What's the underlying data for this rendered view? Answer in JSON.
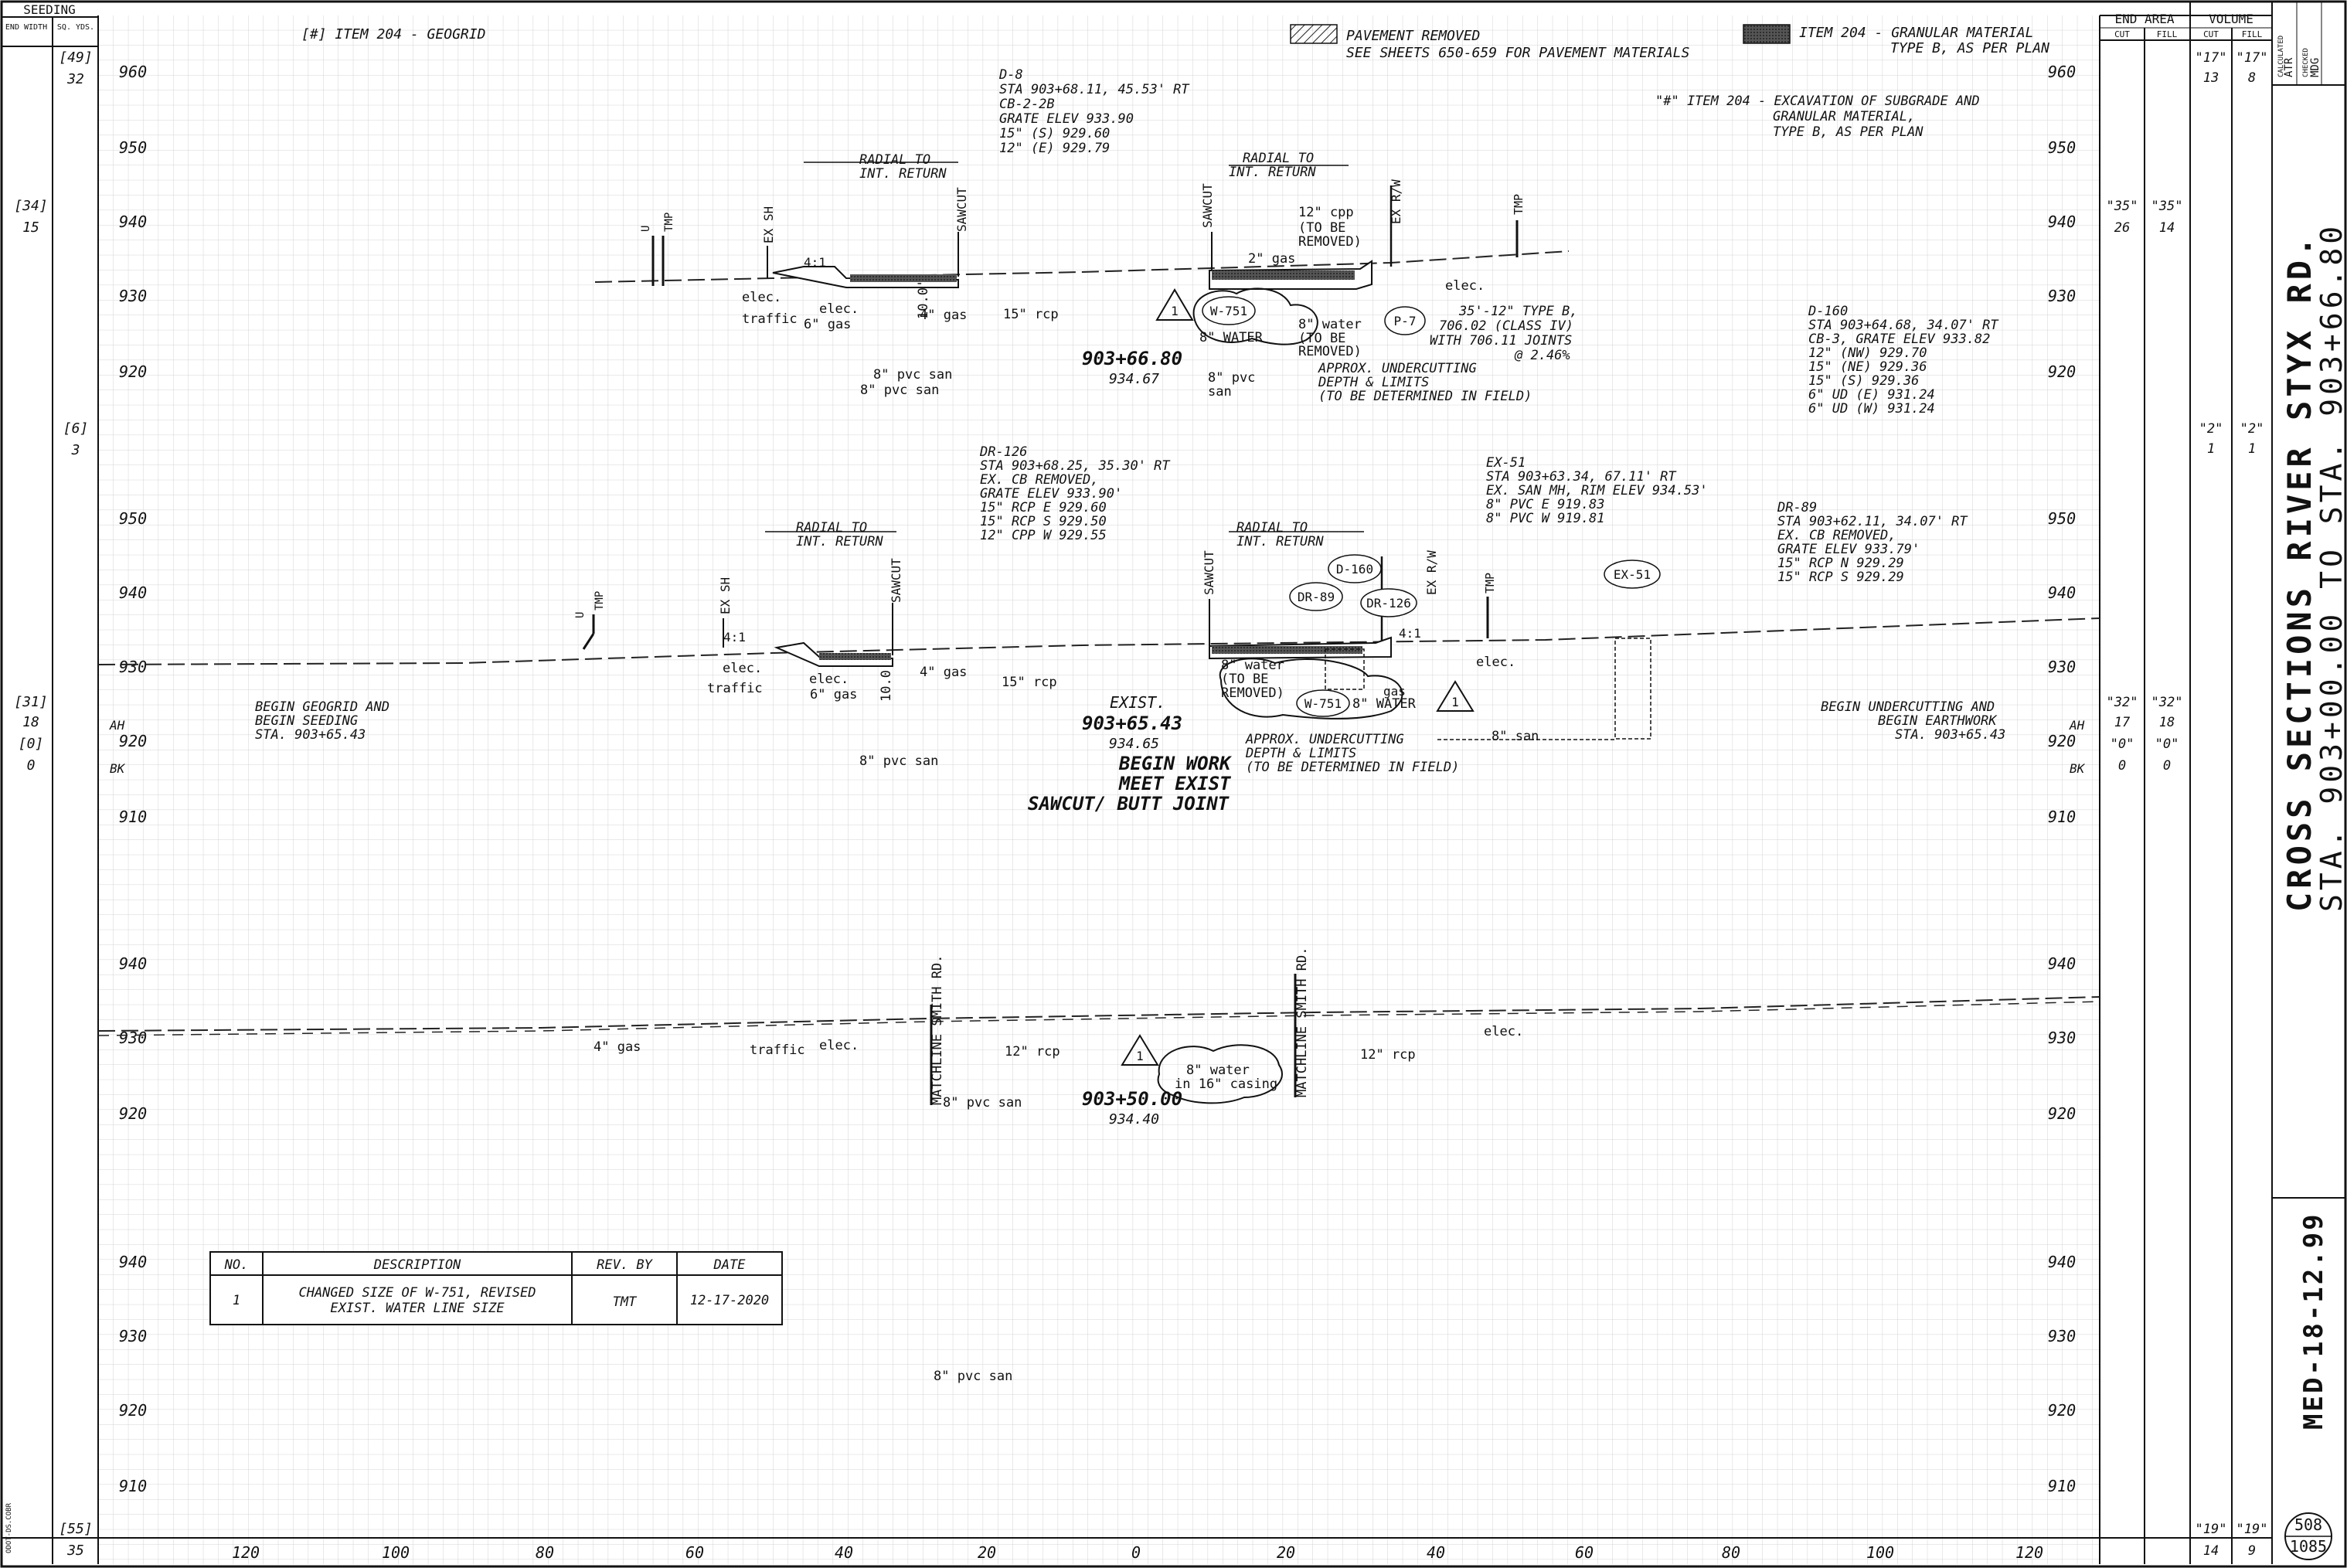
{
  "left_table": {
    "title": "SEEDING",
    "col1": "END WIDTH",
    "col2": "SQ. YDS.",
    "rows": [
      {
        "w": "[34]",
        "v": "15"
      },
      {
        "w": "[6]",
        "v": "3"
      },
      {
        "w": "[31]",
        "v": "18"
      },
      {
        "w": "[0]",
        "v": "0"
      }
    ],
    "top_w": "[49]",
    "top_v": "32",
    "bottom_w": "[55]",
    "bottom_v": "35"
  },
  "right_table": {
    "end_area": "END AREA",
    "volume": "VOLUME",
    "cut": "CUT",
    "fill": "FILL",
    "rows": [
      {
        "ea_cut": "",
        "ea_fill": "",
        "vol_cut": "\"17\"",
        "vol_fill": "\"17\"",
        "vc": "13",
        "vf": "8"
      },
      {
        "ea_cut": "\"35\"",
        "ea_fill": "\"35\"",
        "c": "26",
        "f": "14"
      },
      {
        "vol_cut": "\"2\"",
        "vol_fill": "\"2\"",
        "vc": "1",
        "vf": "1"
      },
      {
        "ea_cut": "\"32\"",
        "ea_fill": "\"32\"",
        "c": "17",
        "f": "18"
      },
      {
        "ea_cut": "\"0\"",
        "ea_fill": "\"0\"",
        "c": "0",
        "f": "0"
      },
      {
        "vol_cut": "\"19\"",
        "vol_fill": "\"19\"",
        "vc": "14",
        "vf": "9"
      }
    ]
  },
  "title_block": {
    "calculated": "CALCULATED",
    "calc_by": "ATR",
    "checked": "CHECKED",
    "check_by": "MDG",
    "title1": "CROSS SECTIONS RIVER STYX RD.",
    "title2": "STA. 903+00.00 TO STA. 903+66.80",
    "project": "MED-18-12.99",
    "sheet_no": "508",
    "sheet_total": "1085"
  },
  "legend": {
    "geogrid": "[#] ITEM 204 - GEOGRID",
    "pavement_removed": "PAVEMENT REMOVED",
    "pavement_note": "SEE SHEETS 650-659 FOR PAVEMENT MATERIALS",
    "granular1": "ITEM 204 - GRANULAR MATERIAL",
    "granular2": "TYPE B, AS PER PLAN",
    "excav1": "\"#\" ITEM 204 - EXCAVATION OF SUBGRADE AND",
    "excav2": "GRANULAR MATERIAL,",
    "excav3": "TYPE B, AS PER PLAN"
  },
  "section1": {
    "station": "903+66.80",
    "elev": "934.67",
    "elev_labels": [
      "960",
      "950",
      "940",
      "930",
      "920"
    ],
    "d8": [
      "D-8",
      "STA 903+68.11, 45.53' RT",
      "CB-2-2B",
      "GRATE ELEV 933.90",
      "15\" (S) 929.60",
      "12\" (E) 929.79"
    ],
    "d160": [
      "D-160",
      "STA 903+64.68, 34.07' RT",
      "CB-3, GRATE ELEV 933.82",
      "12\" (NW) 929.70",
      "15\" (NE) 929.36",
      "15\" (S) 929.36",
      "6\" UD (E) 931.24",
      "6\" UD (W) 931.24"
    ],
    "labels": {
      "radial_l": "RADIAL TO",
      "int_return_l": "INT. RETURN",
      "radial_r": "RADIAL TO",
      "int_return_r": "INT. RETURN",
      "sawcut": "SAWCUT",
      "ex_sh": "EX SH",
      "u": "U",
      "tmp": "TMP",
      "ex_rw": "EX R/W",
      "elec": "elec.",
      "traffic": "traffic",
      "elec2": "elec.",
      "gas6": "6\" gas",
      "gas4": "4\" gas",
      "rcp15": "15\" rcp",
      "pvc1": "8\" pvc san",
      "pvc2": "8\" pvc san",
      "cpp": "12\" cpp",
      "tbr1": "(TO BE",
      "tbr2": "REMOVED)",
      "gas2": "2\" gas",
      "w751": "W-751",
      "water8": "8\" WATER",
      "water8b": "8\" water",
      "tbr3": "(TO BE",
      "tbr4": "REMOVED)",
      "p7": "P-7",
      "pvc_san": "8\" pvc",
      "san": "san",
      "rev": "1",
      "slope": "4:1",
      "depth": "10.0'",
      "typeb1": "35'-12\" TYPE B,",
      "typeb2": "706.02 (CLASS IV)",
      "typeb3": "WITH 706.11 JOINTS",
      "typeb4": "@ 2.46%",
      "under1": "APPROX. UNDERCUTTING",
      "under2": "DEPTH & LIMITS",
      "under3": "(TO BE DETERMINED IN FIELD)"
    }
  },
  "section2": {
    "station": "903+65.43",
    "elev": "934.65",
    "elev_labels": [
      "950",
      "940",
      "930",
      "920",
      "910"
    ],
    "exist": "EXIST.",
    "begin1": "BEGIN WORK",
    "begin2": "MEET EXIST",
    "begin3": "SAWCUT/ BUTT JOINT",
    "geogrid1": "BEGIN GEOGRID AND",
    "geogrid2": "BEGIN SEEDING",
    "geogrid3": "STA. 903+65.43",
    "under_r1": "BEGIN UNDERCUTTING AND",
    "under_r2": "BEGIN EARTHWORK",
    "under_r3": "STA. 903+65.43",
    "ah": "AH",
    "bk": "BK",
    "dr126": [
      "DR-126",
      "STA 903+68.25, 35.30' RT",
      "EX. CB REMOVED,",
      "GRATE ELEV 933.90'",
      "15\" RCP E 929.60",
      "15\" RCP S 929.50",
      "12\" CPP W 929.55"
    ],
    "ex51": [
      "EX-51",
      "STA 903+63.34, 67.11' RT",
      "EX. SAN MH, RIM ELEV 934.53'",
      "8\" PVC E 919.83",
      "8\" PVC W 919.81"
    ],
    "dr89": [
      "DR-89",
      "STA 903+62.11, 34.07' RT",
      "EX. CB REMOVED,",
      "GRATE ELEV 933.79'",
      "15\" RCP N 929.29",
      "15\" RCP S 929.29"
    ],
    "labels": {
      "d160": "D-160",
      "dr89": "DR-89",
      "dr126": "DR-126",
      "ex51": "EX-51",
      "w751": "W-751",
      "water8": "8\" WATER",
      "water8b": "8\" water",
      "tbr1": "(TO BE",
      "tbr2": "REMOVED)",
      "gas": "gas",
      "san8": "8\" san",
      "elec": "elec.",
      "elec2": "elec.",
      "traffic": "traffic",
      "gas6": "6\" gas",
      "gas4": "4\" gas",
      "rcp15": "15\" rcp",
      "pvc": "8\" pvc san",
      "rev": "1",
      "slope": "4:1",
      "depth": "10.0'",
      "under1": "APPROX. UNDERCUTTING",
      "under2": "DEPTH & LIMITS",
      "under3": "(TO BE DETERMINED IN FIELD)",
      "radial": "RADIAL TO",
      "int_return": "INT. RETURN",
      "sawcut": "SAWCUT",
      "ex_sh": "EX SH",
      "u": "U",
      "tmp": "TMP",
      "ex_rw": "EX R/W"
    }
  },
  "section3": {
    "station": "903+50.00",
    "elev": "934.40",
    "elev_labels": [
      "940",
      "930",
      "920"
    ],
    "matchline": "MATCHLINE SMITH RD.",
    "labels": {
      "gas4": "4\" gas",
      "traffic": "traffic",
      "elec": "elec.",
      "elec2": "elec.",
      "rcp12": "12\" rcp",
      "rcp12b": "12\" rcp",
      "pvc": "8\" pvc san",
      "water1": "8\" water",
      "water2": "in 16\" casing",
      "rev": "1"
    }
  },
  "section4": {
    "elev_labels": [
      "940",
      "930",
      "920",
      "910"
    ],
    "pvc": "8\" pvc san"
  },
  "revision_table": {
    "headers": [
      "NO.",
      "DESCRIPTION",
      "REV. BY",
      "DATE"
    ],
    "no": "1",
    "desc1": "CHANGED SIZE OF W-751, REVISED",
    "desc2": "EXIST. WATER LINE SIZE",
    "by": "TMT",
    "date": "12-17-2020"
  },
  "x_axis": [
    "120",
    "100",
    "80",
    "60",
    "40",
    "20",
    "0",
    "20",
    "40",
    "60",
    "80",
    "100",
    "120"
  ],
  "side_note": "ODOT-DS.COBR"
}
